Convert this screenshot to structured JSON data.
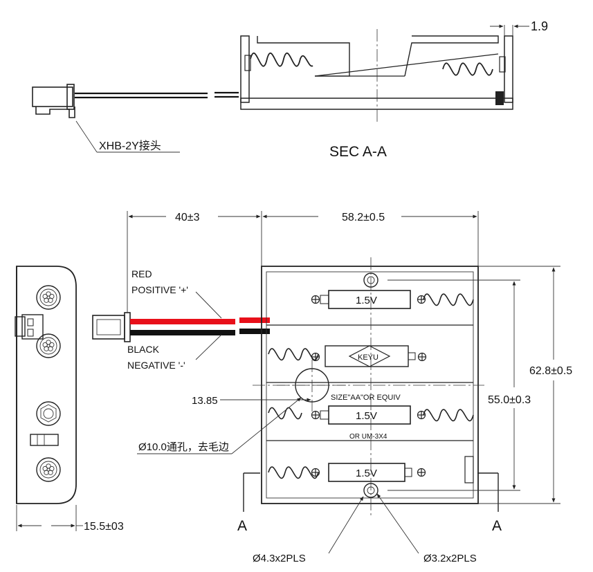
{
  "section": {
    "title": "SEC  A-A",
    "wall_dim": "1.9",
    "connector_label": "XHB-2Y接头"
  },
  "dimensions": {
    "lead_length": "40±3",
    "body_length": "58.2±0.5",
    "body_width": "62.8±0.5",
    "inner_width": "55.0±0.3",
    "thickness": "15.5±03",
    "hole_offset": "13.85"
  },
  "wires": {
    "red_line1": "RED",
    "red_line2": "POSITIVE '+'",
    "black_line1": "BLACK",
    "black_line2": "NEGATIVE '-'"
  },
  "cells": {
    "voltage": "1.5V",
    "brand": "KEYU",
    "size_text": "SIZE\"AA\"OR EQUIV",
    "um_text": "OR UM-3X4"
  },
  "callouts": {
    "through_hole": "Ø10.0通孔，去毛边",
    "hole_a": "Ø4.3x2PLS",
    "hole_b": "Ø3.2x2PLS"
  },
  "section_markers": {
    "left": "A",
    "right": "A"
  }
}
